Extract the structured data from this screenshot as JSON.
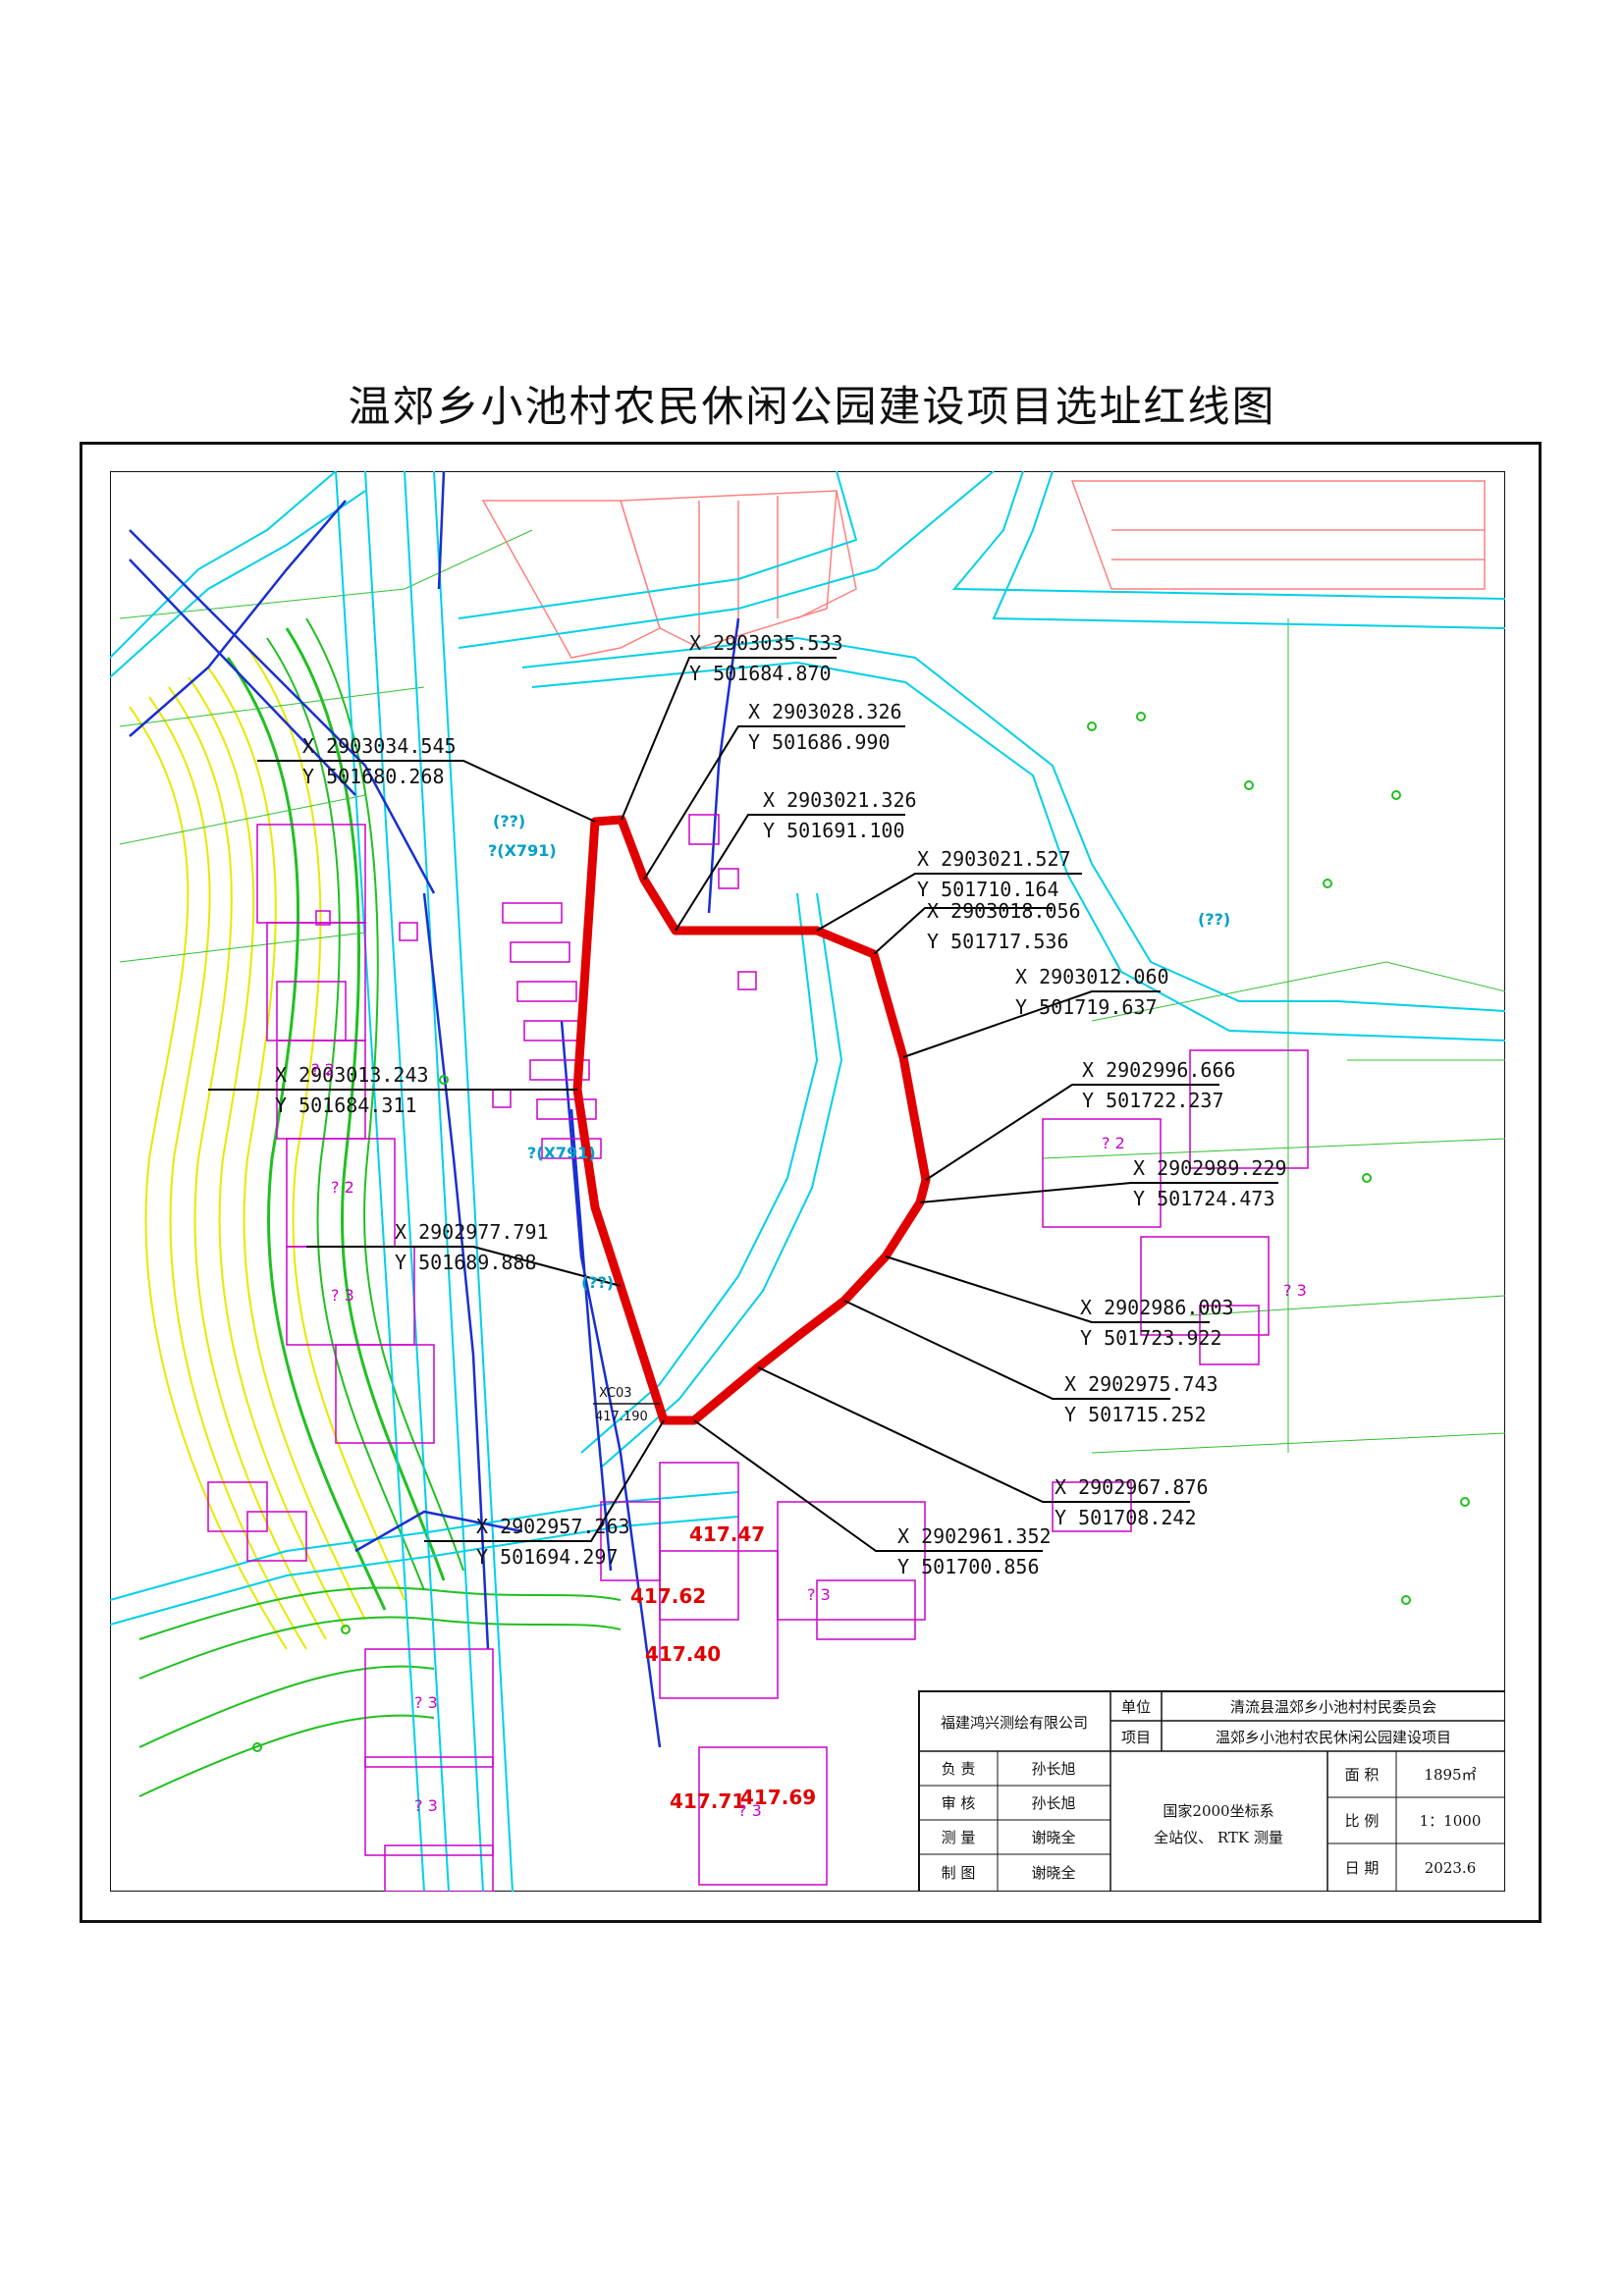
{
  "title": "温郊乡小池村农民休闲公园建设项目选址红线图",
  "colors": {
    "red_line": "#e00000",
    "road": "#00d0e8",
    "water": "#1a2fd0",
    "building": "#cc00cc",
    "contour_green": "#20c020",
    "contour_yellow": "#e8e800",
    "parcel_red": "#ff8080",
    "leader": "#000000"
  },
  "coordinates": [
    {
      "x": "X 2903035.533",
      "y": "Y 501684.870"
    },
    {
      "x": "X 2903028.326",
      "y": "Y 501686.990"
    },
    {
      "x": "X 2903034.545",
      "y": "Y 501680.268"
    },
    {
      "x": "X 2903021.326",
      "y": "Y 501691.100"
    },
    {
      "x": "X 2903021.527",
      "y": "Y 501710.164"
    },
    {
      "x": "X 2903018.056",
      "y": "Y 501717.536"
    },
    {
      "x": "X 2903012.060",
      "y": "Y 501719.637"
    },
    {
      "x": "X 2903013.243",
      "y": "Y 501684.311"
    },
    {
      "x": "X 2902996.666",
      "y": "Y 501722.237"
    },
    {
      "x": "X 2902989.229",
      "y": "Y 501724.473"
    },
    {
      "x": "X 2902977.791",
      "y": "Y 501689.888"
    },
    {
      "x": "X 2902986.003",
      "y": "Y 501723.922"
    },
    {
      "x": "X 2902975.743",
      "y": "Y 501715.252"
    },
    {
      "x": "X 2902967.876",
      "y": "Y 501708.242"
    },
    {
      "x": "X 2902957.263",
      "y": "Y 501694.297"
    },
    {
      "x": "X 2902961.352",
      "y": "Y 501700.856"
    }
  ],
  "map_labels": {
    "road_x791_1": "?(X791)",
    "road_x791_2": "?(X791)",
    "road_q1": "(??)",
    "road_q2": "(??)",
    "road_q3": "(??)",
    "control_point": "XC03",
    "control_elev": "417.190",
    "elev_1": "417.47",
    "elev_2": "417.62",
    "elev_3": "417.40",
    "elev_4": "417.71",
    "elev_5": "417.69",
    "bld_2": "? 2",
    "bld_3": "? 3"
  },
  "title_block": {
    "company": "福建鸿兴测绘有限公司",
    "unit_label": "单位",
    "unit_value": "清流县温郊乡小池村村民委员会",
    "project_label": "项目",
    "project_value": "温郊乡小池村农民休闲公园建设项目",
    "rows": [
      {
        "role": "负  责",
        "name": "孙长旭"
      },
      {
        "role": "审  核",
        "name": "孙长旭"
      },
      {
        "role": "测  量",
        "name": "谢晓全"
      },
      {
        "role": "制  图",
        "name": "谢晓全"
      }
    ],
    "system_line1": "国家2000坐标系",
    "system_line2": "全站仪、 RTK  测量",
    "area_label": "面  积",
    "area_value": "1895㎡",
    "scale_label": "比  例",
    "scale_value": "1：1000",
    "date_label": "日  期",
    "date_value": "2023.6"
  }
}
